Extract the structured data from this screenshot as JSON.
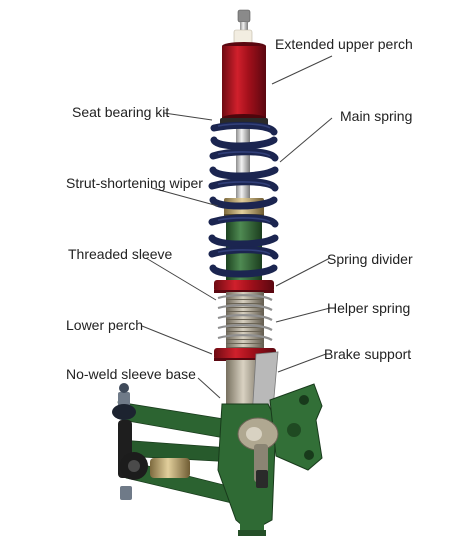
{
  "labels": {
    "extended_upper_perch": "Extended upper perch",
    "seat_bearing_kit": "Seat bearing kit",
    "main_spring": "Main spring",
    "strut_shortening_wiper": "Strut-shortening wiper",
    "threaded_sleeve": "Threaded sleeve",
    "spring_divider": "Spring divider",
    "helper_spring": "Helper spring",
    "lower_perch": "Lower perch",
    "brake_support": "Brake support",
    "no_weld_sleeve_base": "No-weld sleeve base"
  },
  "colors": {
    "upper_perch": "#b3101c",
    "spring": "#1b2550",
    "strut_body": "#2f6b33",
    "shaft": "#c8c8c8",
    "wiper": "#bfa36a",
    "threaded_sleeve": "#a39b88",
    "knuckle": "#2f6a34",
    "leader_line": "#444444",
    "text": "#222222"
  }
}
